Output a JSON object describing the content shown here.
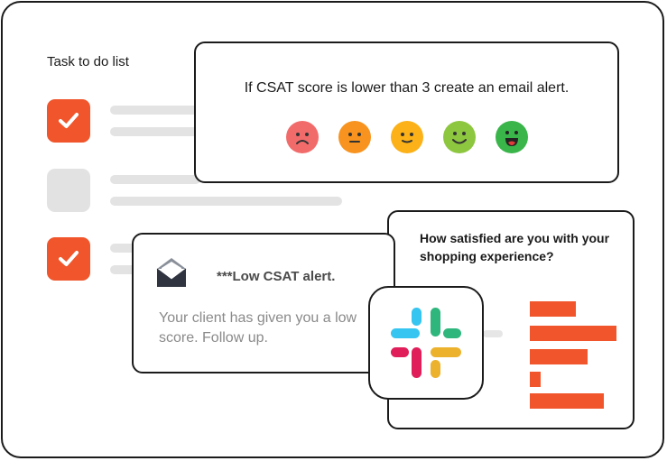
{
  "task_list": {
    "title": "Task to do list",
    "items": [
      {
        "checked": true
      },
      {
        "checked": false
      },
      {
        "checked": true
      }
    ]
  },
  "csat_rule": {
    "text": "If CSAT score is lower than 3 create an email alert.",
    "faces": [
      {
        "icon": "sad-face-icon",
        "color": "#f26b6b"
      },
      {
        "icon": "neutral-face-icon",
        "color": "#f7931e"
      },
      {
        "icon": "slight-smile-face-icon",
        "color": "#fbb117"
      },
      {
        "icon": "smile-face-icon",
        "color": "#8dc63f"
      },
      {
        "icon": "grin-face-icon",
        "color": "#39b54a"
      }
    ]
  },
  "alert": {
    "icon": "envelope-icon",
    "title": "***Low CSAT alert.",
    "body": "Your client has given you a low score. Follow up."
  },
  "survey": {
    "question": "How satisfied are you with your shopping experience?",
    "bar_color": "#f0552b"
  },
  "integration": {
    "icon": "slack-logo-icon"
  }
}
